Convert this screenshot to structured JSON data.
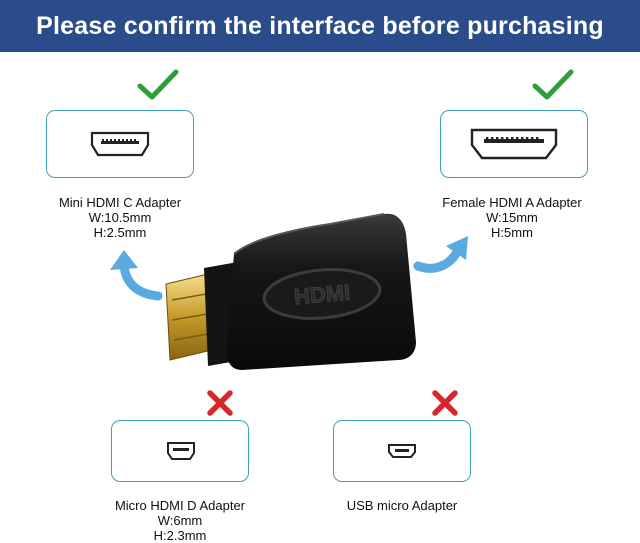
{
  "banner": {
    "title": "Please confirm the interface before purchasing"
  },
  "adapters": {
    "mini_c": {
      "name": "Mini HDMI C Adapter",
      "width": "W:10.5mm",
      "height": "H:2.5mm",
      "status": "check-icon"
    },
    "female_a": {
      "name": "Female HDMI A Adapter",
      "width": "W:15mm",
      "height": "H:5mm",
      "status": "check-icon"
    },
    "micro_d": {
      "name": "Micro HDMI D Adapter",
      "width": "W:6mm",
      "height": "H:2.3mm",
      "status": "cross-icon"
    },
    "usb_micro": {
      "name": "USB micro Adapter",
      "status": "cross-icon"
    }
  },
  "colors": {
    "banner": "#2b4c8a",
    "box_border": "#3aa2c0",
    "check": "#2e9e3a",
    "cross": "#d9262b",
    "arrow": "#5aa9e0"
  },
  "product": {
    "embossed_text": "HDMI"
  }
}
